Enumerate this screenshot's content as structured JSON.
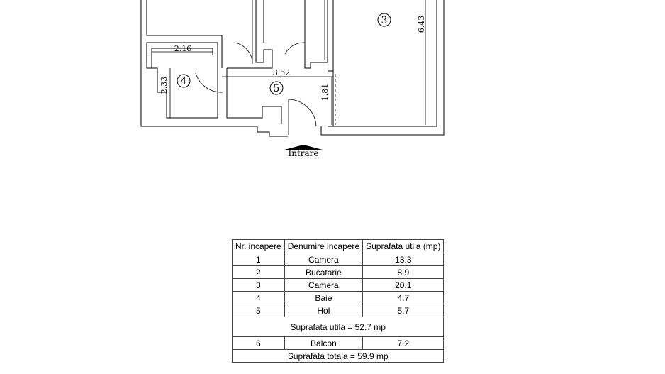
{
  "plan": {
    "entry_label": "Intrare",
    "rooms": [
      {
        "label": "3"
      },
      {
        "label": "4"
      },
      {
        "label": "5"
      }
    ],
    "dimensions": [
      "2.16",
      "2.33",
      "3.52",
      "1.81",
      "6.43"
    ]
  },
  "table": {
    "headers": [
      "Nr. incapere",
      "Denumire incapere",
      "Suprafata utila (mp)"
    ],
    "rows": [
      {
        "nr": "1",
        "name": "Camera",
        "area": "13.3"
      },
      {
        "nr": "2",
        "name": "Bucatarie",
        "area": "8.9"
      },
      {
        "nr": "3",
        "name": "Camera",
        "area": "20.1"
      },
      {
        "nr": "4",
        "name": "Baie",
        "area": "4.7"
      },
      {
        "nr": "5",
        "name": "Hol",
        "area": "5.7"
      }
    ],
    "subtotal": "Suprafata utila = 52.7 mp",
    "balcony": {
      "nr": "6",
      "name": "Balcon",
      "area": "7.2"
    },
    "total": "Suprafata totala = 59.9 mp"
  }
}
